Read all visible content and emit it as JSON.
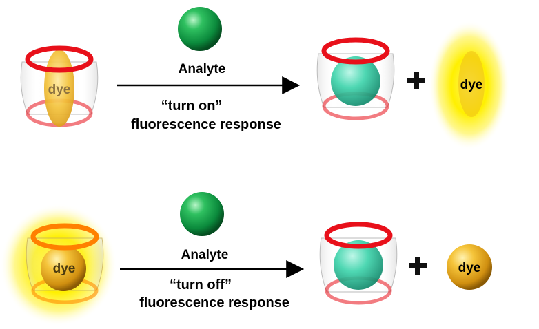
{
  "rows": {
    "top": {
      "host_label": "dye",
      "analyte_label": "Analyte",
      "mode_label": "“turn on”",
      "response_label": "fluorescence response",
      "free_dye_label": "dye",
      "plus_symbol": "+"
    },
    "bottom": {
      "host_label": "dye",
      "analyte_label": "Analyte",
      "mode_label": "“turn off”",
      "response_label": "fluorescence response",
      "free_dye_label": "dye",
      "plus_symbol": "+"
    }
  },
  "colors": {
    "ring": "#e8101a",
    "analyte": "#14a04a",
    "dye": "#f2b21e",
    "glow": "#ffee00",
    "arrow": "#000000"
  },
  "icons": [
    "macrocycle-host-icon",
    "analyte-sphere-icon",
    "dye-icon",
    "glow-icon",
    "reaction-arrow-icon",
    "plus-icon"
  ]
}
